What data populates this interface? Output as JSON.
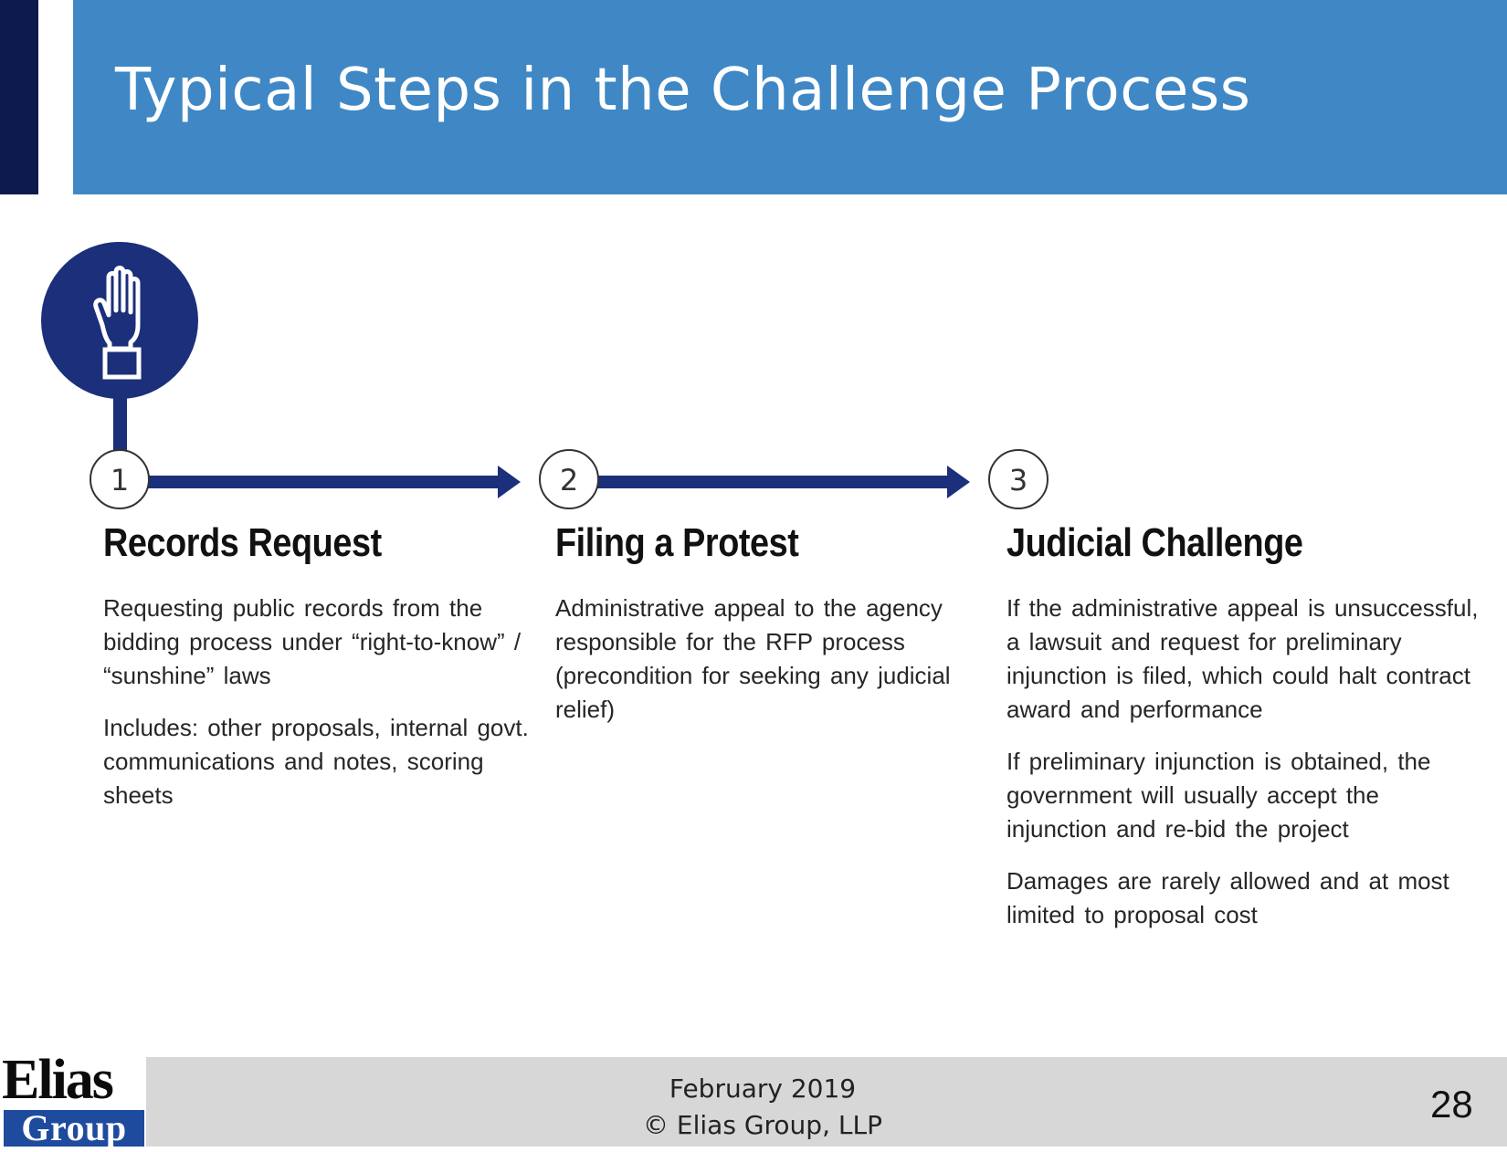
{
  "slide": {
    "title": "Typical Steps in the Challenge Process"
  },
  "icons": {
    "start_icon": "raised-hand-icon"
  },
  "colors": {
    "title_band": "#3f88c5",
    "accent": "#0d1b4c",
    "flow": "#1b2f7a",
    "footer_band": "#d7d7d7"
  },
  "steps": [
    {
      "number": "1",
      "heading": "Records Request",
      "paragraphs": [
        "Requesting public records from the bidding process under “right-to-know” / “sunshine” laws",
        "Includes: other proposals, internal govt. communications and notes, scoring sheets"
      ]
    },
    {
      "number": "2",
      "heading": "Filing a Protest",
      "paragraphs": [
        "Administrative appeal to the agency responsible for the RFP process (precondition for seeking any judicial relief)"
      ]
    },
    {
      "number": "3",
      "heading": "Judicial Challenge",
      "paragraphs": [
        "If the administrative appeal is unsuccessful, a lawsuit and request for preliminary injunction is filed, which could halt contract award and performance",
        "If preliminary injunction is obtained, the government will usually accept the injunction and re-bid the project",
        "Damages are rarely allowed and at most limited to proposal cost"
      ]
    }
  ],
  "footer": {
    "date": "February 2019",
    "copyright": "© Elias Group, LLP",
    "page_number": "28",
    "logo_top": "Elias",
    "logo_bottom": "Group"
  }
}
